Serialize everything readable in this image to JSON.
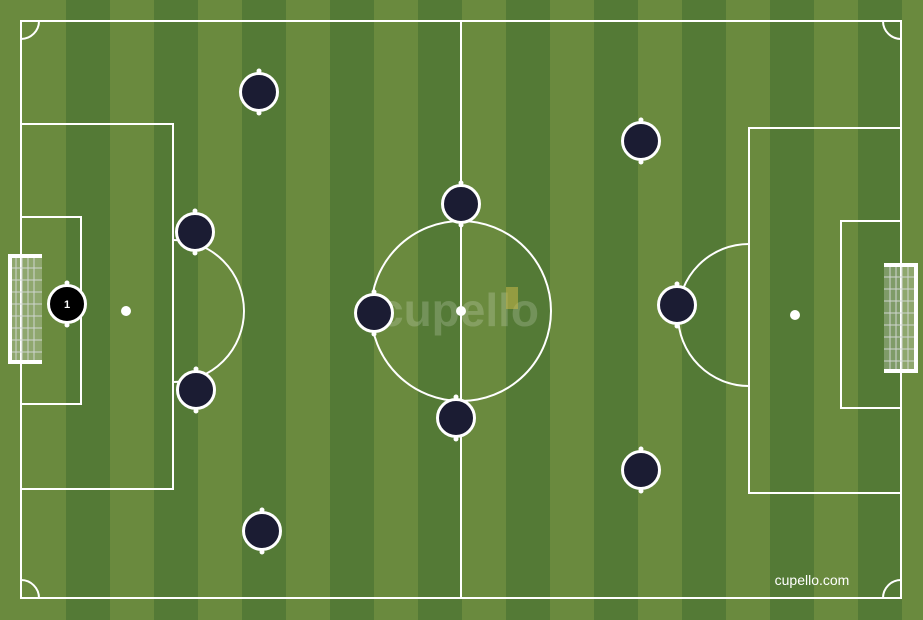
{
  "pitch": {
    "grass_light": "#6a8a3e",
    "grass_dark": "#547a36",
    "line_color": "#ffffff"
  },
  "goals": [
    {
      "side": "left",
      "icon": "goal-net-icon"
    },
    {
      "side": "right",
      "icon": "goal-net-icon"
    }
  ],
  "players": [
    {
      "id": "goalkeeper",
      "number": "1",
      "color": "#000000"
    },
    {
      "id": "left-top-wide",
      "number": "",
      "color": "#1b1c33"
    },
    {
      "id": "left-top-centre-back",
      "number": "",
      "color": "#1b1c33"
    },
    {
      "id": "left-bottom-centre-back",
      "number": "",
      "color": "#1b1c33"
    },
    {
      "id": "left-bottom-wide",
      "number": "",
      "color": "#1b1c33"
    },
    {
      "id": "midfield-top",
      "number": "",
      "color": "#1b1c33"
    },
    {
      "id": "midfield-centre",
      "number": "",
      "color": "#1b1c33"
    },
    {
      "id": "midfield-bottom",
      "number": "",
      "color": "#1b1c33"
    },
    {
      "id": "right-top-forward",
      "number": "",
      "color": "#1b1c33"
    },
    {
      "id": "right-centre-forward",
      "number": "",
      "color": "#1b1c33"
    },
    {
      "id": "right-bottom-forward",
      "number": "",
      "color": "#1b1c33"
    }
  ],
  "watermark": {
    "text": "cupello",
    "accent_color": "#c8b84a"
  },
  "credit": "cupello.com"
}
